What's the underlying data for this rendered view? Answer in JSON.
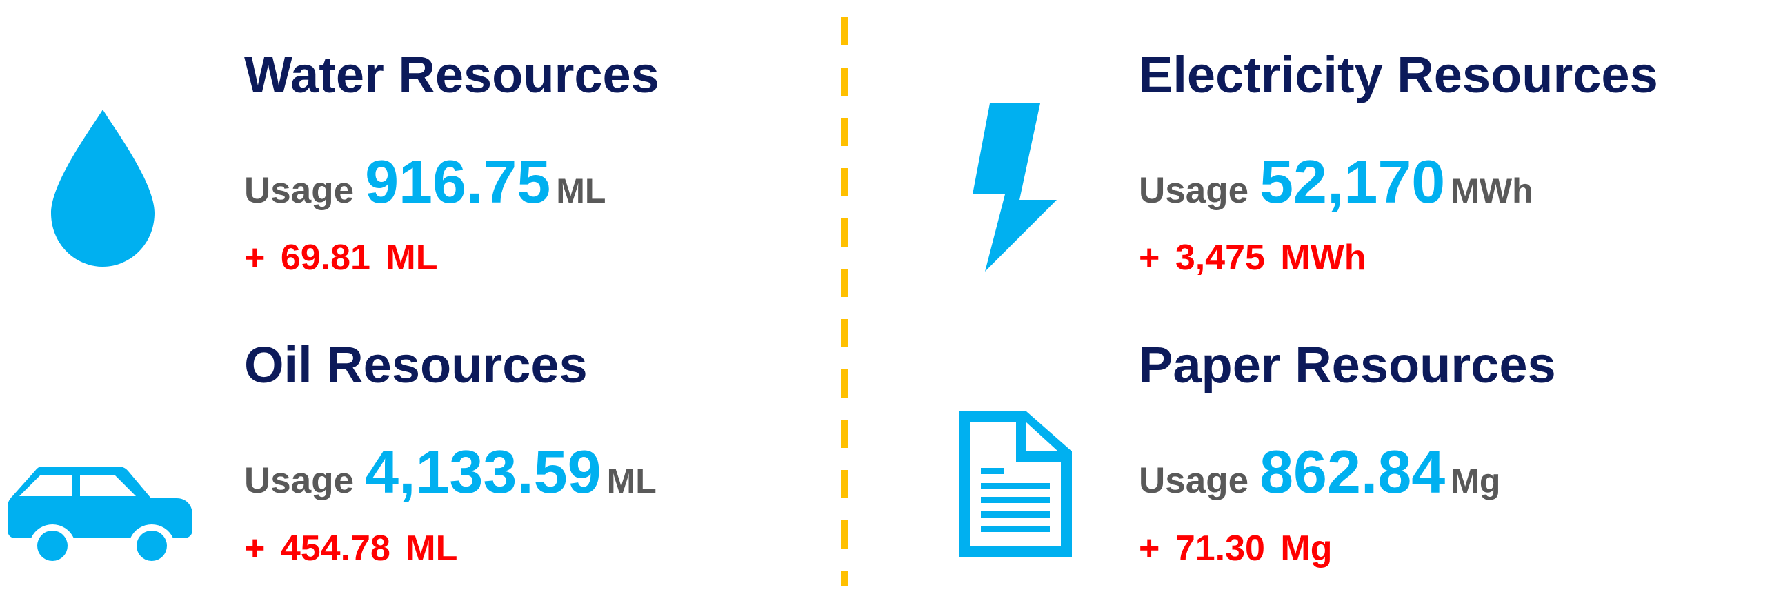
{
  "colors": {
    "title": "#0c1a5a",
    "value": "#00b0f0",
    "label": "#595959",
    "delta": "#ff0000",
    "divider": "#ffc000"
  },
  "cards": [
    {
      "title": "Water Resources",
      "usage_label": "Usage",
      "value": "916.75",
      "unit": "ML",
      "delta": "+ 69.81 ML",
      "icon": "water-drop-icon"
    },
    {
      "title": "Oil Resources",
      "usage_label": "Usage",
      "value": "4,133.59",
      "unit": "ML",
      "delta": "+ 454.78 ML",
      "icon": "car-icon"
    },
    {
      "title": "Electricity Resources",
      "usage_label": "Usage",
      "value": "52,170",
      "unit": "MWh",
      "delta": "+ 3,475 MWh",
      "icon": "lightning-bolt-icon"
    },
    {
      "title": "Paper Resources",
      "usage_label": "Usage",
      "value": "862.84",
      "unit": "Mg",
      "delta": "+ 71.30 Mg",
      "icon": "document-icon"
    }
  ]
}
